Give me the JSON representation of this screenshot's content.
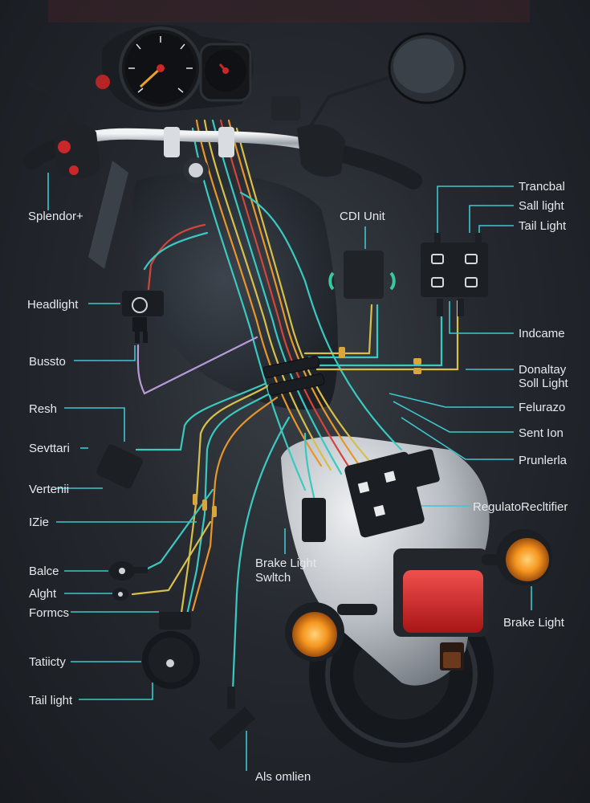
{
  "labels": {
    "left": {
      "splendor": "Splendor+",
      "headlight": "Headlight",
      "bussto": "Bussto",
      "resh": "Resh",
      "sevttari": "Sevttari",
      "vertenii": "Vertenii",
      "izie": "IZie",
      "balce": "Balce",
      "alght": "Alght",
      "formcs": "Formcs",
      "tatiicty": "Tatiicty",
      "tail_light": "Tail light"
    },
    "right": {
      "trancbal": "Trancbal",
      "sall_light": "Sall light",
      "tail_light": "Tail Light",
      "indcame": "Indcame",
      "donaltay": "Donaltay",
      "soll_light": "Soll Light",
      "felurazo": "Felurazo",
      "sent_ion": "Sent Ion",
      "prunlerla": "Prunlerla",
      "regulator_rectifier": "RegulatoRecltifier",
      "brake_light": "Brake Light"
    },
    "center": {
      "cdi_unit": "CDI Unit",
      "brake_light_switch_1": "Brake Light",
      "brake_light_switch_2": "Swltch",
      "als_omlien": "Als omlien"
    }
  },
  "colors": {
    "leader_line": "#3fc6cf",
    "tail_lamp": "#d42a2a",
    "indicator_lamp": "#f08a1a",
    "wire_teal": "#39c9c0",
    "wire_orange": "#e8962a",
    "wire_yellow": "#d8c048",
    "wire_red": "#d2453b",
    "wire_purple": "#b89ad6"
  }
}
